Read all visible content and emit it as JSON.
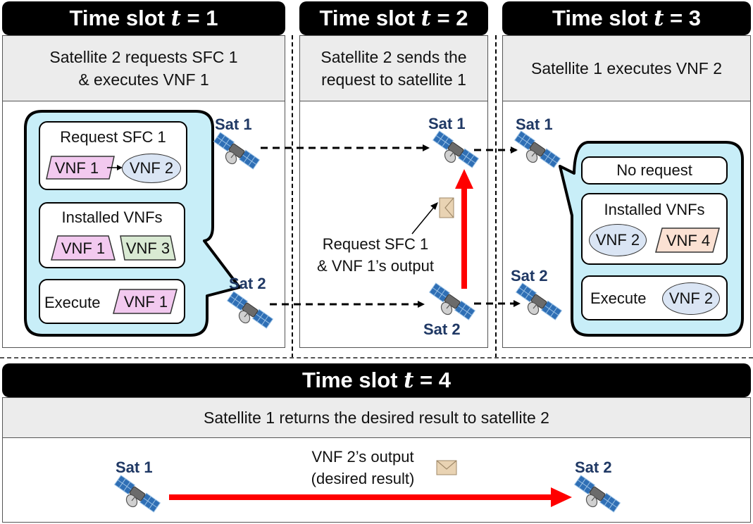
{
  "slots": [
    {
      "label": "Time slot ",
      "var": "t",
      "eq": " = 1",
      "desc": [
        "Satellite 2 requests SFC 1",
        "& executes VNF 1"
      ]
    },
    {
      "label": "Time slot ",
      "var": "t",
      "eq": " = 2",
      "desc": [
        "Satellite 2 sends the",
        "request to satellite 1"
      ]
    },
    {
      "label": "Time slot ",
      "var": "t",
      "eq": " = 3",
      "desc": [
        "Satellite 1 executes VNF 2"
      ]
    },
    {
      "label": "Time slot ",
      "var": "t",
      "eq": " = 4",
      "desc": [
        "Satellite 1 returns the desired result to satellite 2"
      ]
    }
  ],
  "sat1": "Sat 1",
  "sat2": "Sat 2",
  "slot1": {
    "request_title": "Request SFC 1",
    "sfc": [
      "VNF 1",
      "VNF 2"
    ],
    "installed_title": "Installed VNFs",
    "installed": [
      "VNF 1",
      "VNF 3"
    ],
    "execute_label": "Execute",
    "execute_vnf": "VNF 1"
  },
  "slot2": {
    "message": [
      "Request SFC 1",
      "& VNF 1’s output"
    ]
  },
  "slot3": {
    "no_request": "No request",
    "installed_title": "Installed VNFs",
    "installed": [
      "VNF 2",
      "VNF 4"
    ],
    "execute_label": "Execute",
    "execute_vnf": "VNF 2"
  },
  "slot4": {
    "message": [
      "VNF 2’s output",
      "(desired result)"
    ]
  },
  "colors": {
    "vnf1": "#f2c9ef",
    "vnf2": "#dae5f4",
    "vnf3": "#d9ead3",
    "vnf4": "#fbe1d3",
    "bubble": "#c8eef8",
    "arrow_red": "#ff0000",
    "sat_label": "#1f3864"
  }
}
